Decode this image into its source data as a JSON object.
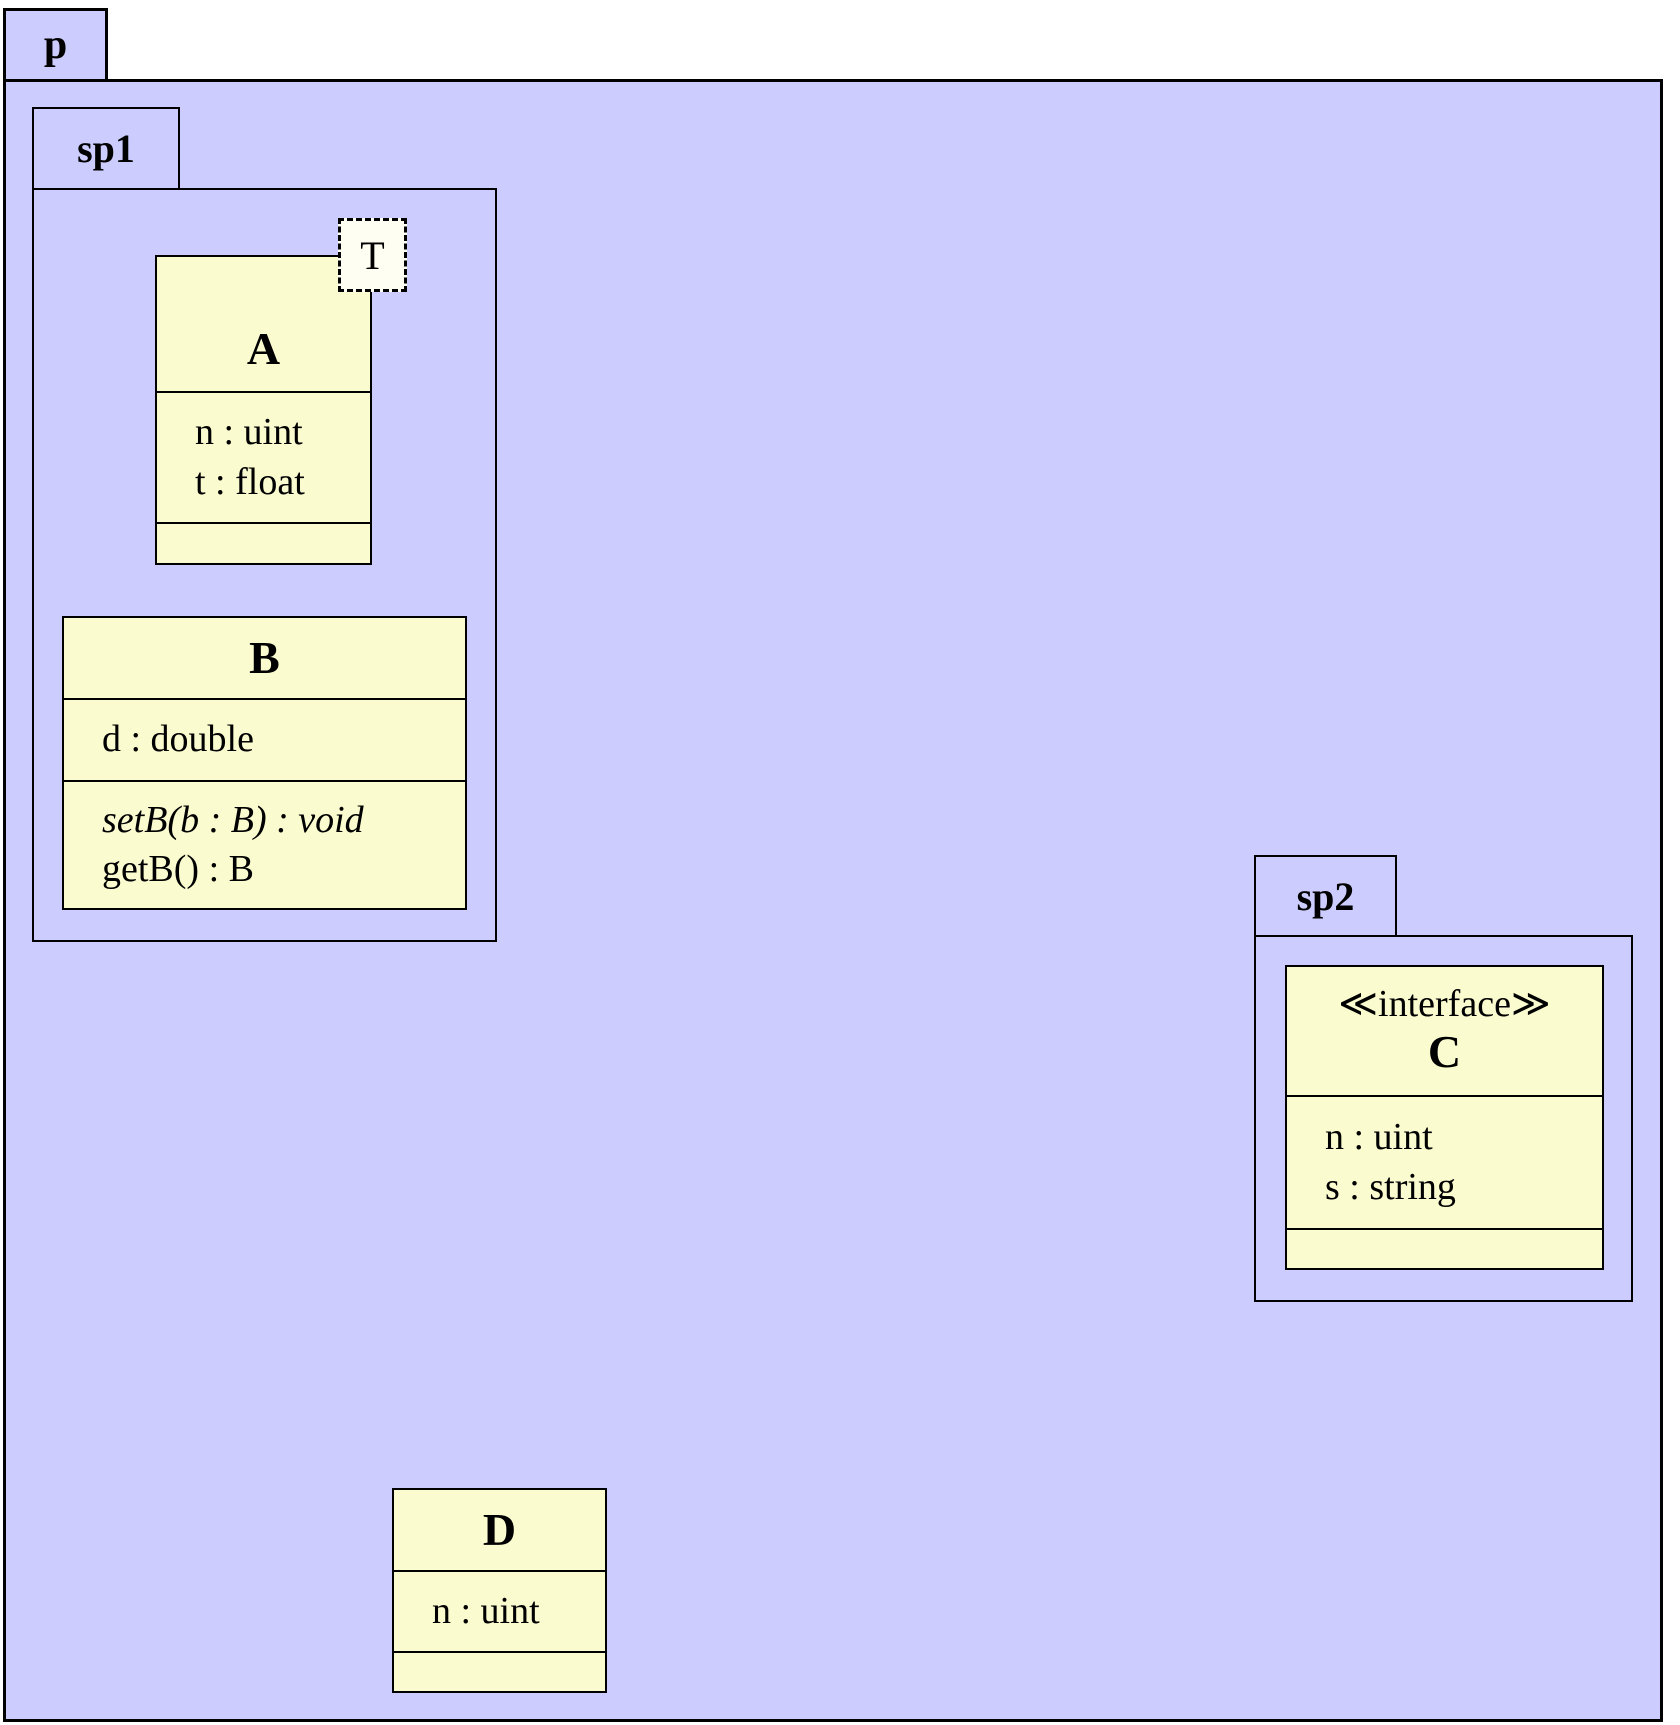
{
  "colors": {
    "background": "#ffffff",
    "package_fill": "#ccccff",
    "class_fill": "#fbfbd0",
    "template_fill": "#fefef2",
    "border": "#000000"
  },
  "packages": {
    "p": {
      "label": "p"
    },
    "sp1": {
      "label": "sp1"
    },
    "sp2": {
      "label": "sp2"
    }
  },
  "classes": {
    "a": {
      "name": "A",
      "template_parameter": "T",
      "attributes": [
        "n : uint",
        "t : float"
      ],
      "operations": []
    },
    "b": {
      "name": "B",
      "attributes": [
        "d : double"
      ],
      "operations": [
        {
          "text": "setB(b : B) : void",
          "style": "italic"
        },
        {
          "text": "getB() : B",
          "style": "normal"
        }
      ]
    },
    "c": {
      "stereotype": "≪interface≫",
      "name": "C",
      "attributes": [
        "n : uint",
        "s : string"
      ],
      "operations": []
    },
    "d": {
      "name": "D",
      "attributes": [
        "n : uint"
      ],
      "operations": []
    }
  }
}
